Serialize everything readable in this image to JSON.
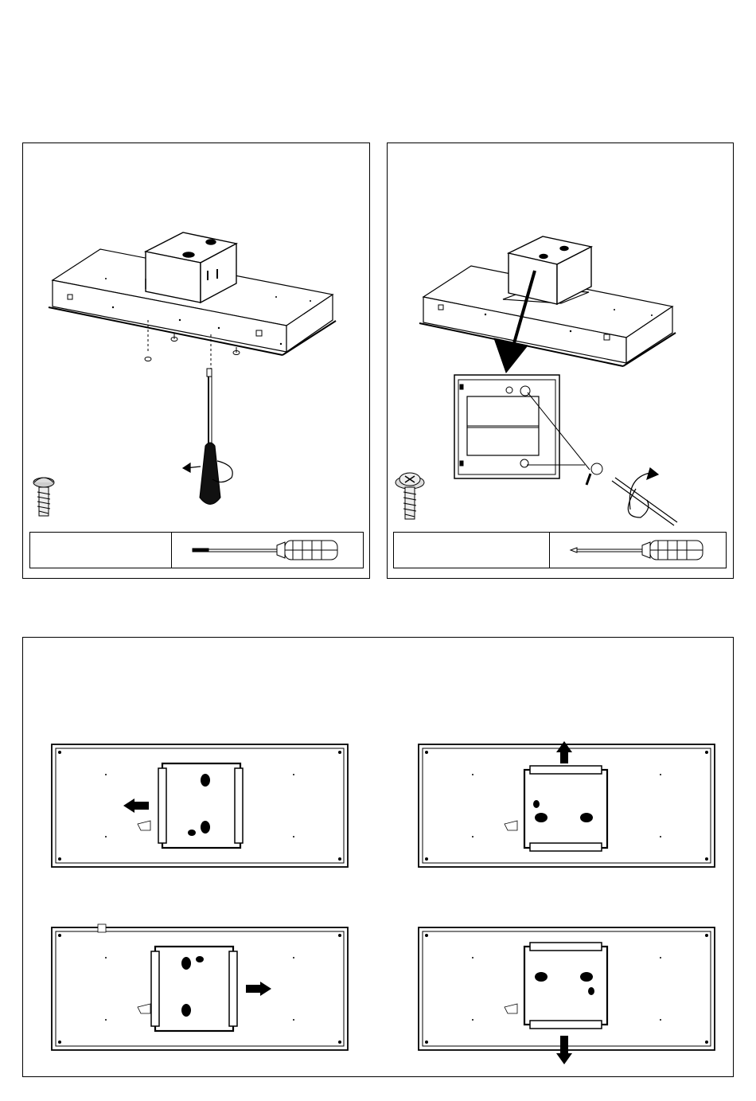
{
  "page": {
    "background": "#ffffff",
    "line_color": "#000000"
  },
  "step_left": {
    "illustration": "remove-outer-screws",
    "screw_icon": "pan-head-screw-icon",
    "tool_icon": "flat-screwdriver-icon",
    "tool_label": ""
  },
  "step_right": {
    "illustration": "remove-motor-screw",
    "screw_icon": "washer-head-screw-icon",
    "tool_icon": "phillips-screwdriver-icon",
    "tool_label": ""
  },
  "step_bottom": {
    "illustration": "motor-orientation-options",
    "views": [
      {
        "orientation": "left",
        "arrow_icon": "arrow-left-icon"
      },
      {
        "orientation": "up",
        "arrow_icon": "arrow-up-icon"
      },
      {
        "orientation": "right",
        "arrow_icon": "arrow-right-icon"
      },
      {
        "orientation": "down",
        "arrow_icon": "arrow-down-icon"
      }
    ]
  }
}
